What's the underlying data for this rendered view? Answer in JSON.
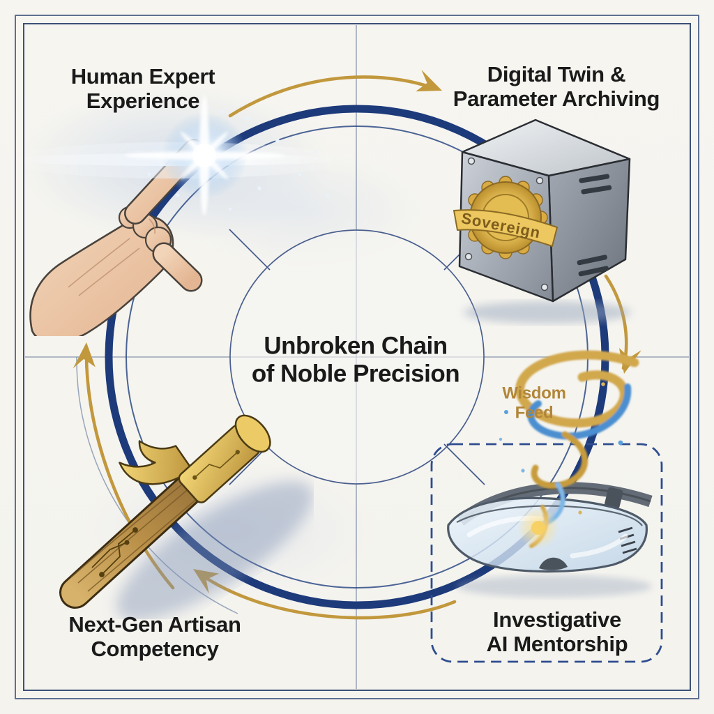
{
  "diagram": {
    "center": {
      "line1": "Unbroken Chain",
      "line2": "of Noble Precision"
    },
    "nodes": [
      {
        "id": "human-expert",
        "line1": "Human Expert",
        "line2": "Experience"
      },
      {
        "id": "digital-twin",
        "line1": "Digital Twin &",
        "line2": "Parameter Archiving"
      },
      {
        "id": "ai-mentorship",
        "line1": "Investigative",
        "line2": "AI Mentorship"
      },
      {
        "id": "artisan",
        "line1": "Next-Gen Artisan",
        "line2": "Competency"
      }
    ],
    "annotations": {
      "wisdom_feed_line1": "Wisdom",
      "wisdom_feed_line2": "Feed",
      "badge": "Sovereign"
    },
    "flow": [
      {
        "from": "human-expert",
        "to": "digital-twin"
      },
      {
        "from": "digital-twin",
        "to": "ai-mentorship"
      },
      {
        "from": "ai-mentorship",
        "to": "artisan"
      },
      {
        "from": "artisan",
        "to": "human-expert"
      }
    ],
    "icons": [
      "pointing-hand-icon",
      "light-burst-icon",
      "server-box-icon",
      "sovereign-seal-icon",
      "circuit-hammer-icon",
      "safety-goggles-icon",
      "wisdom-swirl-icon"
    ],
    "colors": {
      "ring_navy": "#1d3a7a",
      "thin_ring_navy": "#2d4a85",
      "arrow_gold": "#c2983d",
      "wisdom_gold": "#b28638",
      "dashed_border": "#2e4d8f",
      "text": "#1a1a1a",
      "background": "#f6f5f0"
    }
  }
}
